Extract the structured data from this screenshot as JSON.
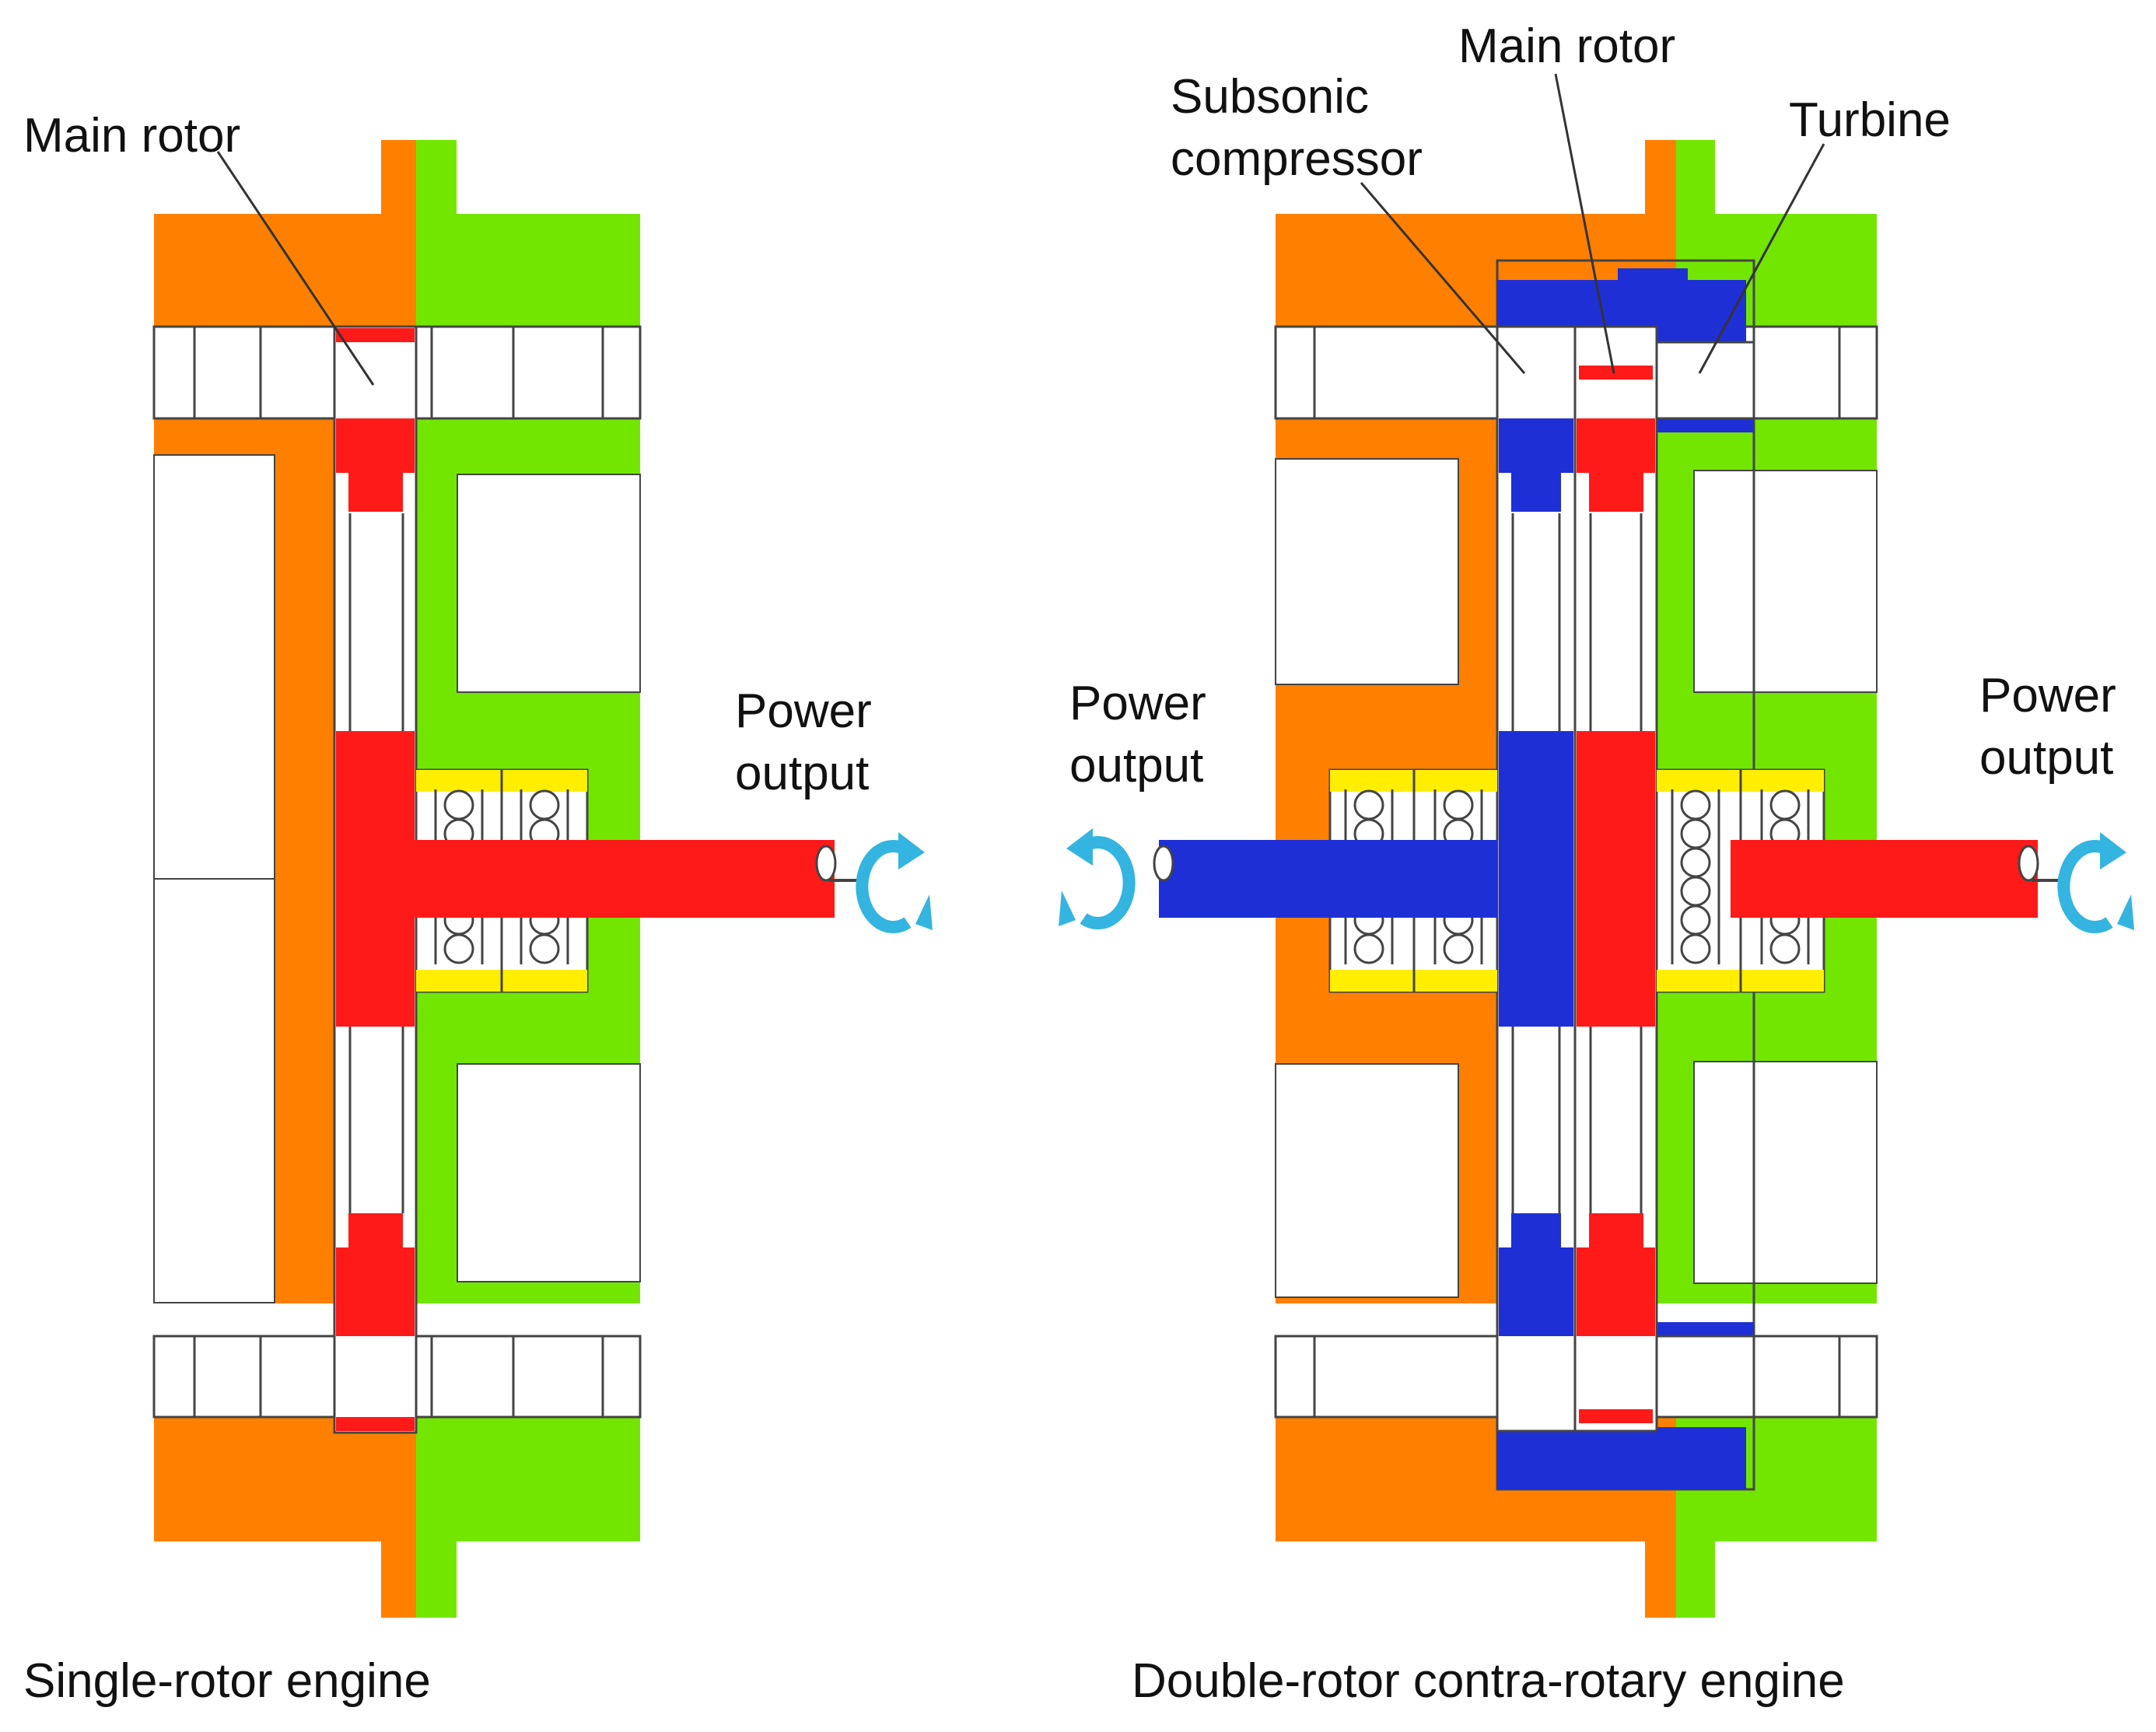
{
  "diagrams": [
    {
      "caption": "Single-rotor engine",
      "labels": {
        "main_rotor": "Main rotor",
        "power_output_1": "Power",
        "power_output_2": "output"
      }
    },
    {
      "caption": "Double-rotor contra-rotary engine",
      "labels": {
        "subsonic_1": "Subsonic",
        "subsonic_2": "compressor",
        "main_rotor": "Main rotor",
        "turbine": "Turbine",
        "left_power_1": "Power",
        "left_power_2": "output",
        "right_power_1": "Power",
        "right_power_2": "output"
      }
    }
  ],
  "colors": {
    "orange": "#ff8000",
    "green": "#73e600",
    "red": "#ff1a1a",
    "blue": "#1e2fd6",
    "yellow": "#ffee00",
    "cyan": "#34b4e0",
    "outline": "#444444"
  },
  "icons": {
    "rotation": "rotation-arrow-icon"
  }
}
